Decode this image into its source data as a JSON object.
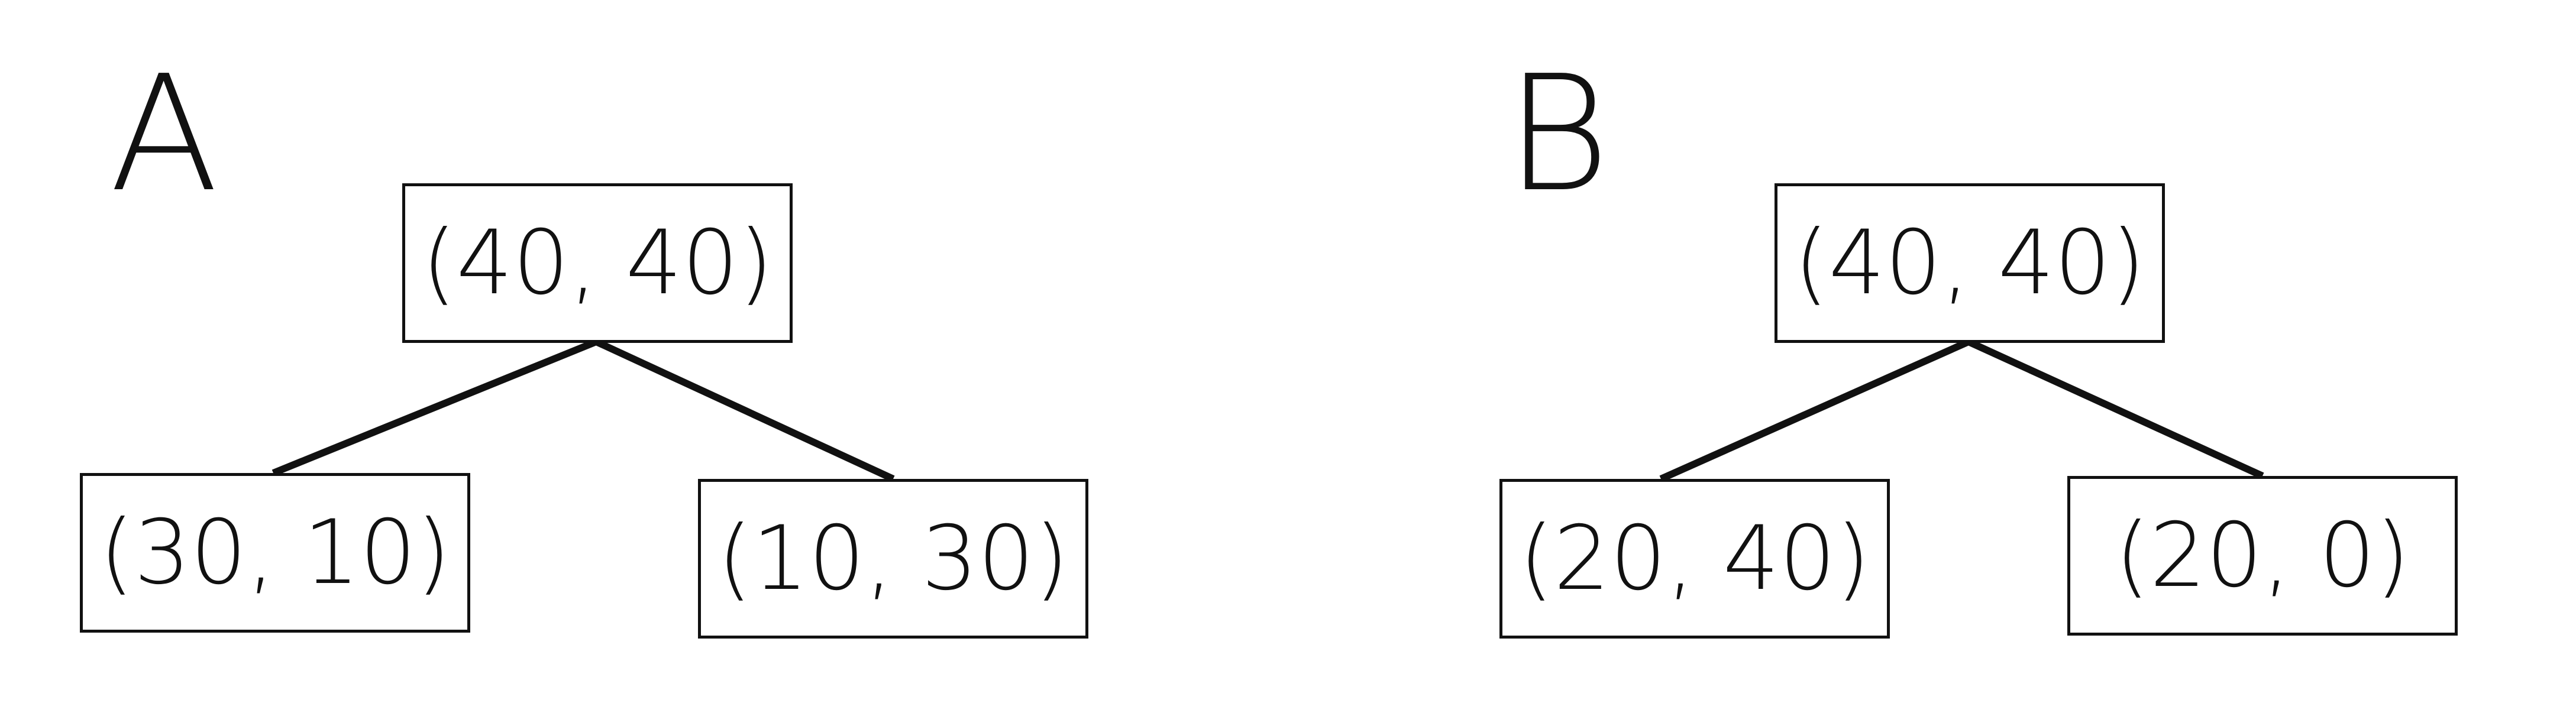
{
  "trees": [
    {
      "label": "A",
      "root": "(40, 40)",
      "left": "(30, 10)",
      "right": "(10, 30)"
    },
    {
      "label": "B",
      "root": "(40, 40)",
      "left": "(20, 40)",
      "right": "(20, 0)"
    }
  ]
}
